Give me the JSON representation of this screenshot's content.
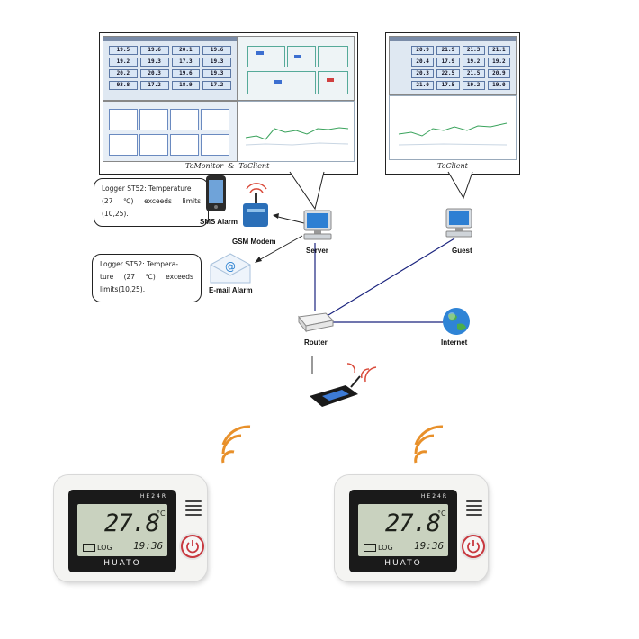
{
  "monitor_window": {
    "caption_a": "ToMonitor",
    "caption_amp": "&",
    "caption_b": "ToClient",
    "grid_values": [
      [
        "19.5",
        "19.6",
        "20.1",
        "19.6"
      ],
      [
        "19.2",
        "19.3",
        "17.3",
        "19.3"
      ],
      [
        "20.2",
        "20.3",
        "19.6",
        "19.3"
      ],
      [
        "93.8",
        "17.2",
        "18.9",
        "17.2"
      ]
    ]
  },
  "guest_window": {
    "caption": "ToClient",
    "grid_values": [
      [
        "20.9",
        "21.9",
        "21.3",
        "21.1"
      ],
      [
        "20.4",
        "17.9",
        "19.2",
        "19.2"
      ],
      [
        "20.3",
        "22.5",
        "21.5",
        "20.9"
      ],
      [
        "21.0",
        "17.5",
        "19.2",
        "19.0"
      ]
    ]
  },
  "sms_bubble": {
    "line1": "Logger ST52: Temperature",
    "line2_a": "(27",
    "line2_b": "℃)",
    "line2_c": "exceeds",
    "line2_d": "limits",
    "line3": "(10,25)."
  },
  "email_bubble": {
    "line1": "Logger ST52: Tempera-",
    "line2_a": "ture",
    "line2_b": "(27",
    "line2_c": "℃)",
    "line2_d": "exceeds",
    "line3": "limits(10,25)."
  },
  "labels": {
    "sms_alarm": "SMS Alarm",
    "gsm_modem": "GSM Modem",
    "server": "Server",
    "email_alarm": "E-mail Alarm",
    "guest": "Guest",
    "router": "Router",
    "internet": "Internet"
  },
  "device_left": {
    "model": "HE24R",
    "brand": "HUATO",
    "temperature": "27.8",
    "unit": "°C",
    "log": "LOG",
    "time": "19:36"
  },
  "device_right": {
    "model": "HE24R",
    "brand": "HUATO",
    "temperature": "27.8",
    "unit": "°C",
    "log": "LOG",
    "time": "19:36"
  },
  "colors": {
    "power_ring": "#c8383f",
    "link_line": "#1a237e",
    "wifi_wave": "#e8902a"
  }
}
